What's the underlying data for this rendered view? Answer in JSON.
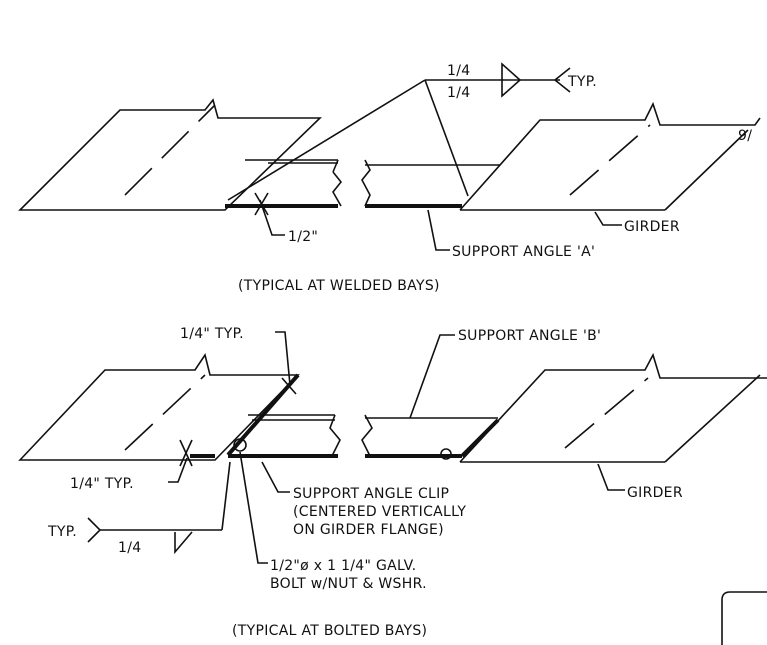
{
  "top": {
    "weld_top": "1/4",
    "weld_bottom": "1/4",
    "weld_typ": "TYP.",
    "partial_9": "9/",
    "half_inch": "1/2\"",
    "girder": "GIRDER",
    "support_angle_a": "SUPPORT ANGLE 'A'",
    "caption": "(TYPICAL AT WELDED BAYS)"
  },
  "bottom": {
    "quarter_typ_top": "1/4\" TYP.",
    "support_angle_b": "SUPPORT ANGLE 'B'",
    "quarter_typ_left": "1/4\" TYP.",
    "girder": "GIRDER",
    "clip_line1": "SUPPORT ANGLE CLIP",
    "clip_line2": "(CENTERED VERTICALLY",
    "clip_line3": "ON GIRDER FLANGE)",
    "weld_typ": "TYP.",
    "weld_size": "1/4",
    "bolt_line1": "1/2\"ø x 1 1/4\" GALV.",
    "bolt_line2": "BOLT w/NUT & WSHR.",
    "caption": "(TYPICAL AT BOLTED BAYS)"
  }
}
